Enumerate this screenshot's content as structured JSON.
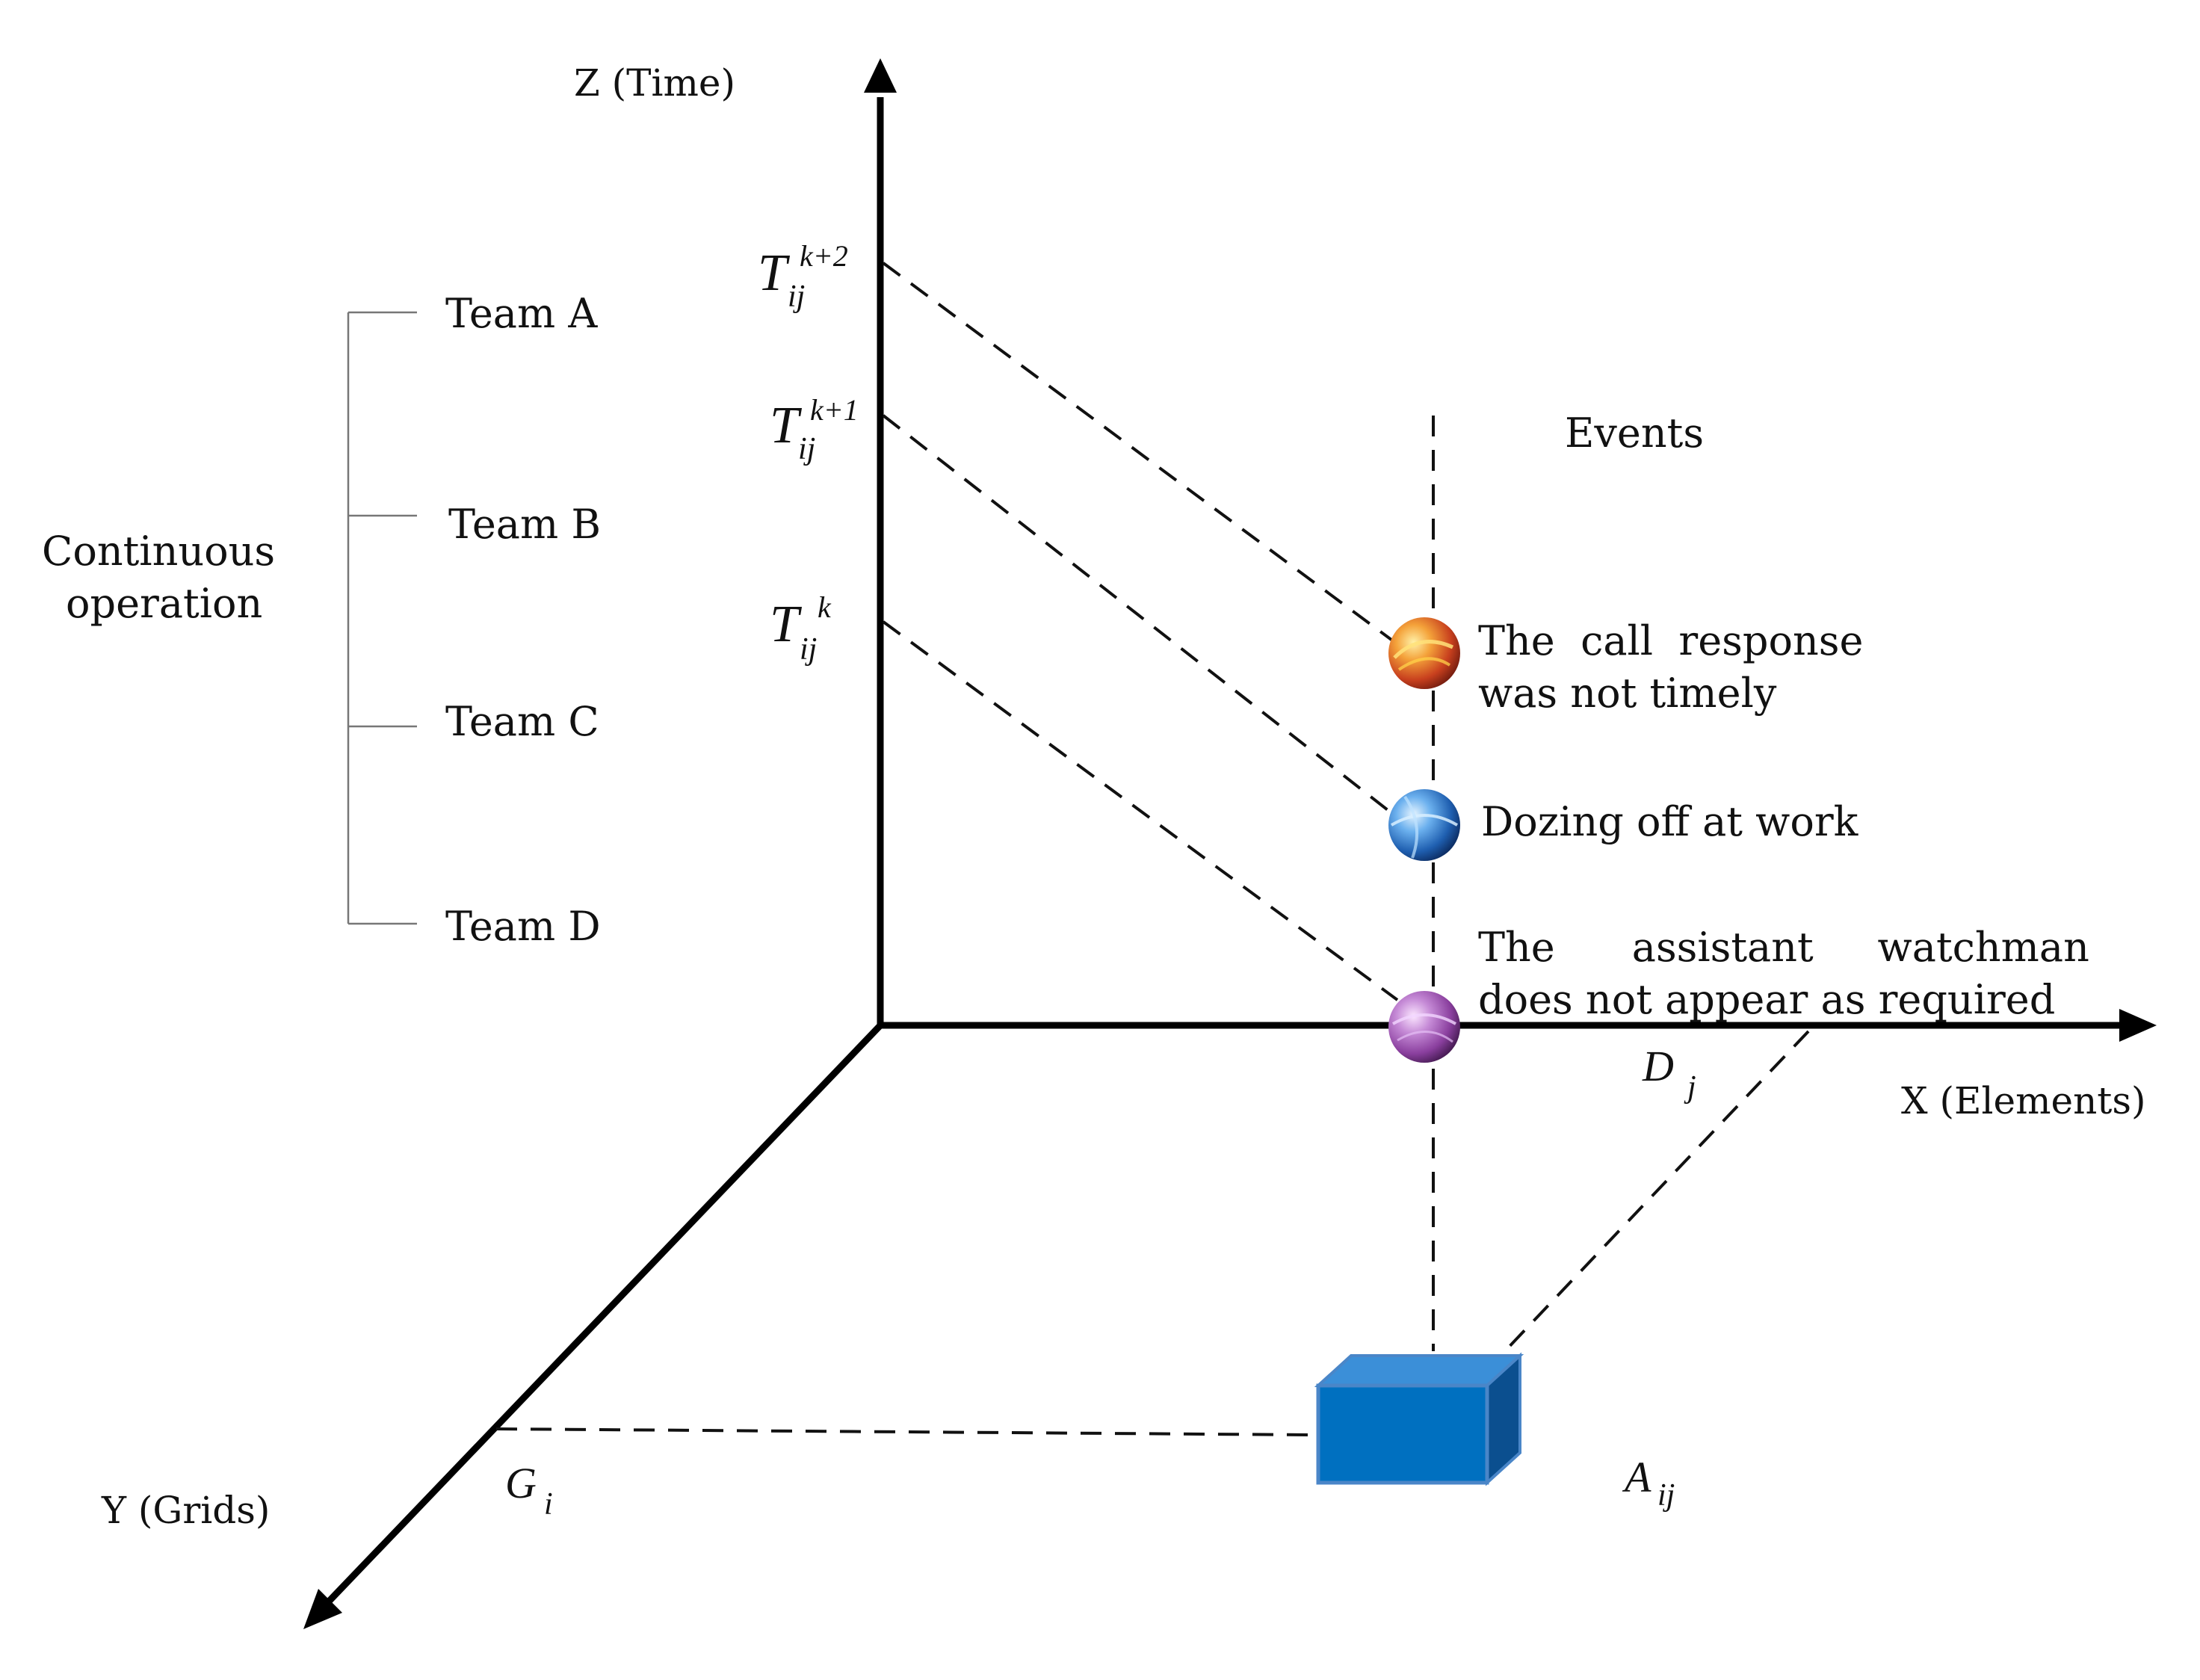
{
  "axes": {
    "z_label": "Z (Time)",
    "x_label": "X (Elements)",
    "y_label": "Y (Grids)"
  },
  "group": {
    "label_line1": "Continuous",
    "label_line2": "operation",
    "teams": [
      "Team A",
      "Team B",
      "Team C",
      "Team D"
    ]
  },
  "time_marks": [
    {
      "main": "T",
      "sub": "ij",
      "sup": "k+2"
    },
    {
      "main": "T",
      "sub": "ij",
      "sup": "k+1"
    },
    {
      "main": "T",
      "sub": "ij",
      "sup": "k"
    }
  ],
  "events": {
    "title": "Events",
    "items": [
      {
        "line1": "The  call  response",
        "line2": "was not timely",
        "color": "#e0701c"
      },
      {
        "line1": "Dozing off at work",
        "line2": "",
        "color": "#2f78c8"
      },
      {
        "line1": "The      assistant     watchman",
        "line2": "does not appear as required",
        "color": "#9b5ab0"
      }
    ]
  },
  "marks": {
    "d": {
      "main": "D",
      "sub": "j"
    },
    "g": {
      "main": "G",
      "sub": "i"
    },
    "a": {
      "main": "A",
      "sub": "ij"
    }
  },
  "colors": {
    "box_front": "#0070c0",
    "box_top": "#3b8fd8",
    "box_side": "#0b4f8f",
    "box_edge": "#4a86c8"
  }
}
